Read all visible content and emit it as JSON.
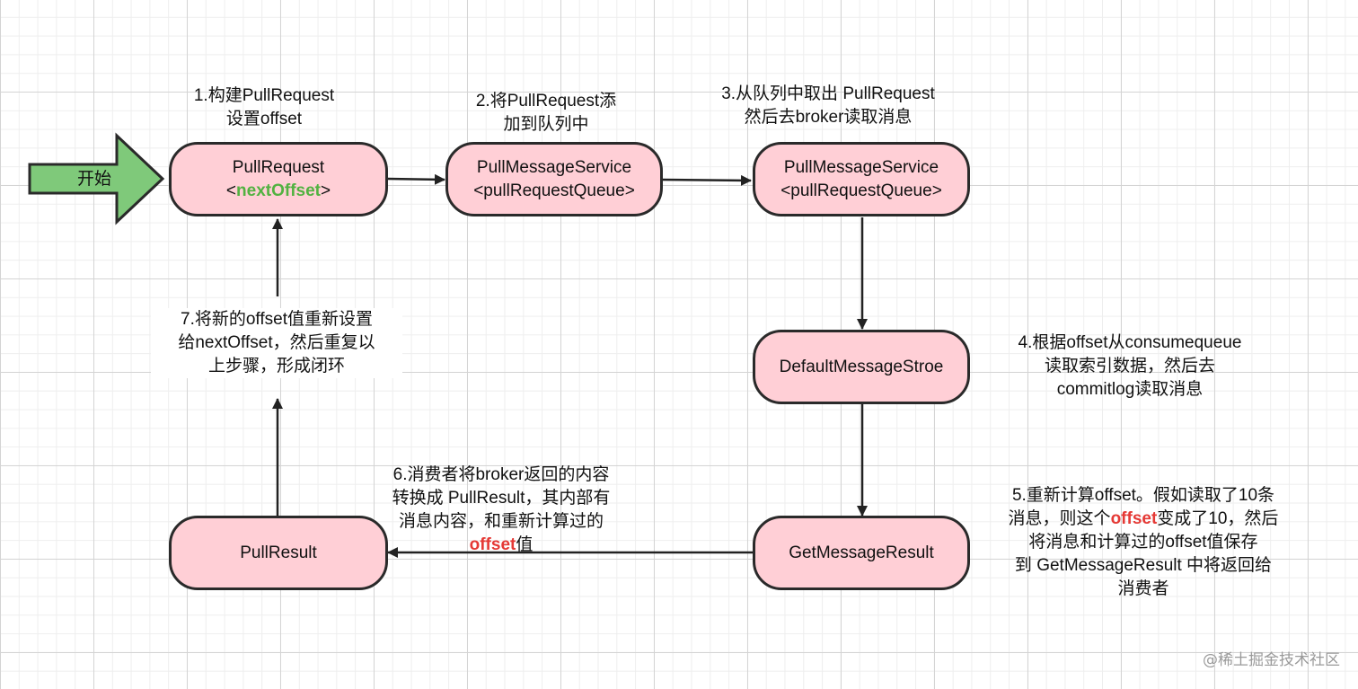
{
  "start": {
    "label": "开始"
  },
  "nodes": {
    "pull_request": {
      "line1": "PullRequest",
      "prefix": "<",
      "highlight": "nextOffset",
      "suffix": ">"
    },
    "pms_a": {
      "line1": "PullMessageService",
      "line2": "<pullRequestQueue>"
    },
    "pms_b": {
      "line1": "PullMessageService",
      "line2": "<pullRequestQueue>"
    },
    "store": {
      "line1": "DefaultMessageStroe"
    },
    "get_result": {
      "line1": "GetMessageResult"
    },
    "pull_result": {
      "line1": "PullResult"
    }
  },
  "steps": {
    "s1": {
      "line1": "1.构建PullRequest",
      "line2": "设置offset"
    },
    "s2": {
      "line1": "2.将PullRequest添",
      "line2": "加到队列中"
    },
    "s3": {
      "line1": "3.从队列中取出 PullRequest",
      "line2": "然后去broker读取消息"
    },
    "s4": {
      "line1": "4.根据offset从consumequeue",
      "line2": "读取索引数据，然后去",
      "line3": "commitlog读取消息"
    },
    "s5": {
      "line1": "5.重新计算offset。假如读取了10条",
      "line2_pre": "消息，则这个",
      "line2_red": "offset",
      "line2_post": "变成了10，然后",
      "line3": "将消息和计算过的offset值保存",
      "line4": "到 GetMessageResult 中将返回给",
      "line5": "消费者"
    },
    "s6": {
      "line1": "6.消费者将broker返回的内容",
      "line2": "转换成 PullResult，其内部有",
      "line3": "消息内容，和重新计算过的",
      "line4_red": "offset",
      "line4_post": "值"
    },
    "s7": {
      "line1": "7.将新的offset值重新设置",
      "line2": "给nextOffset，然后重复以",
      "line3": "上步骤，形成闭环"
    }
  },
  "watermark": "@稀土掘金技术社区"
}
